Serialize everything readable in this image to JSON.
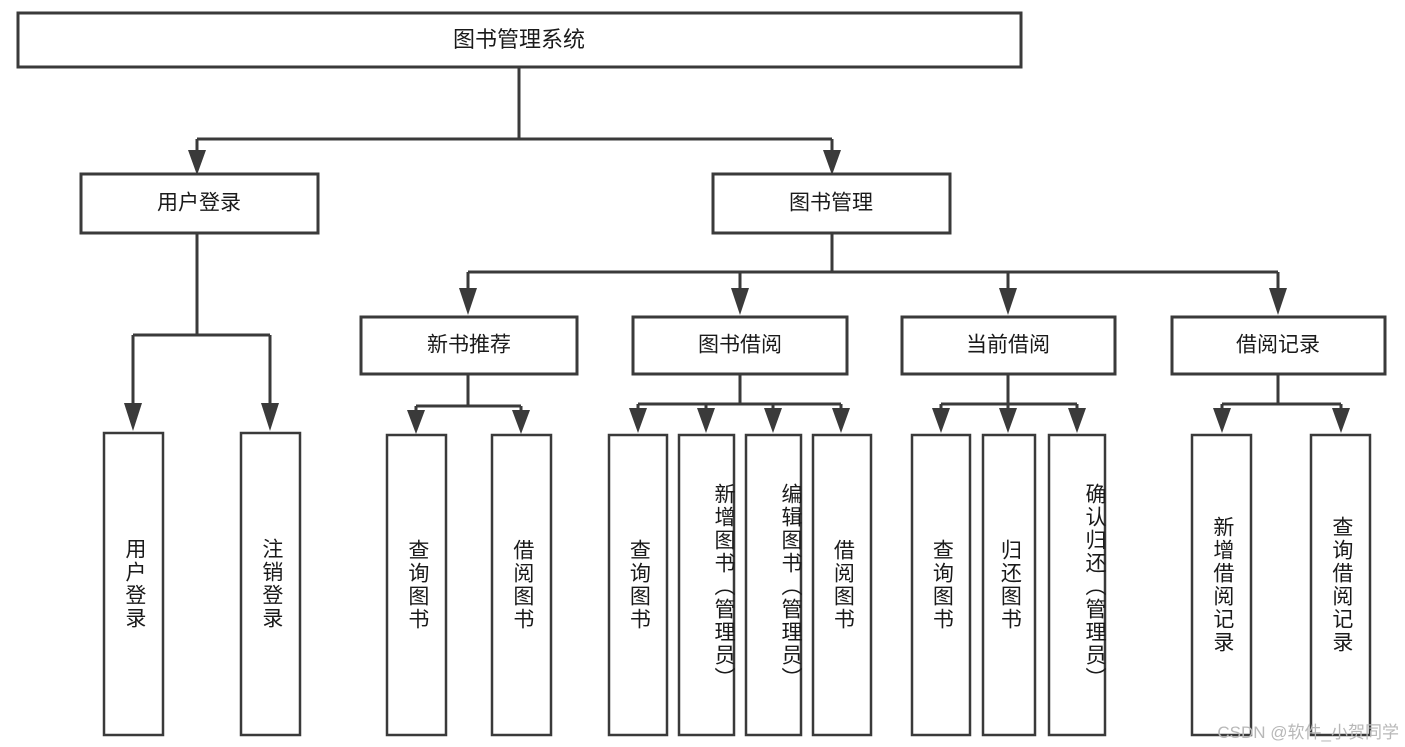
{
  "diagram": {
    "type": "tree-hierarchy",
    "title": "图书管理系统",
    "root": {
      "label": "图书管理系统",
      "children": [
        {
          "label": "用户登录",
          "children": [
            {
              "label": "用户登录"
            },
            {
              "label": "注销登录"
            }
          ]
        },
        {
          "label": "图书管理",
          "children": [
            {
              "label": "新书推荐",
              "children": [
                {
                  "label": "查询图书"
                },
                {
                  "label": "借阅图书"
                }
              ]
            },
            {
              "label": "图书借阅",
              "children": [
                {
                  "label": "查询图书"
                },
                {
                  "label": "新增图书（管理员）"
                },
                {
                  "label": "编辑图书（管理员）"
                },
                {
                  "label": "借阅图书"
                }
              ]
            },
            {
              "label": "当前借阅",
              "children": [
                {
                  "label": "查询图书"
                },
                {
                  "label": "归还图书"
                },
                {
                  "label": "确认归还（管理员）"
                }
              ]
            },
            {
              "label": "借阅记录",
              "children": [
                {
                  "label": "新增借阅记录"
                },
                {
                  "label": "查询借阅记录"
                }
              ]
            }
          ]
        }
      ]
    }
  },
  "nodes": {
    "root": "图书管理系统",
    "user_login": "用户登录",
    "book_manage": "图书管理",
    "new_book_rec": "新书推荐",
    "book_borrow": "图书借阅",
    "current_borrow": "当前借阅",
    "borrow_record": "借阅记录",
    "leaf_user_login": "用户登录",
    "leaf_logout": "注销登录",
    "leaf_query_book_1": "查询图书",
    "leaf_borrow_book_1": "借阅图书",
    "leaf_query_book_2": "查询图书",
    "leaf_add_book": "新增图书（管理员）",
    "leaf_edit_book": "编辑图书（管理员）",
    "leaf_borrow_book_2": "借阅图书",
    "leaf_query_book_3": "查询图书",
    "leaf_return_book": "归还图书",
    "leaf_confirm_return": "确认归还（管理员）",
    "leaf_add_record": "新增借阅记录",
    "leaf_query_record": "查询借阅记录"
  },
  "watermark": {
    "text": "CSDN @软件_小贺同学"
  },
  "colors": {
    "background": "#ffffff",
    "box_fill": "#ffffff",
    "box_stroke": "#3a3a3a",
    "text": "#1a1a1a",
    "watermark": "#b8b8b8"
  }
}
